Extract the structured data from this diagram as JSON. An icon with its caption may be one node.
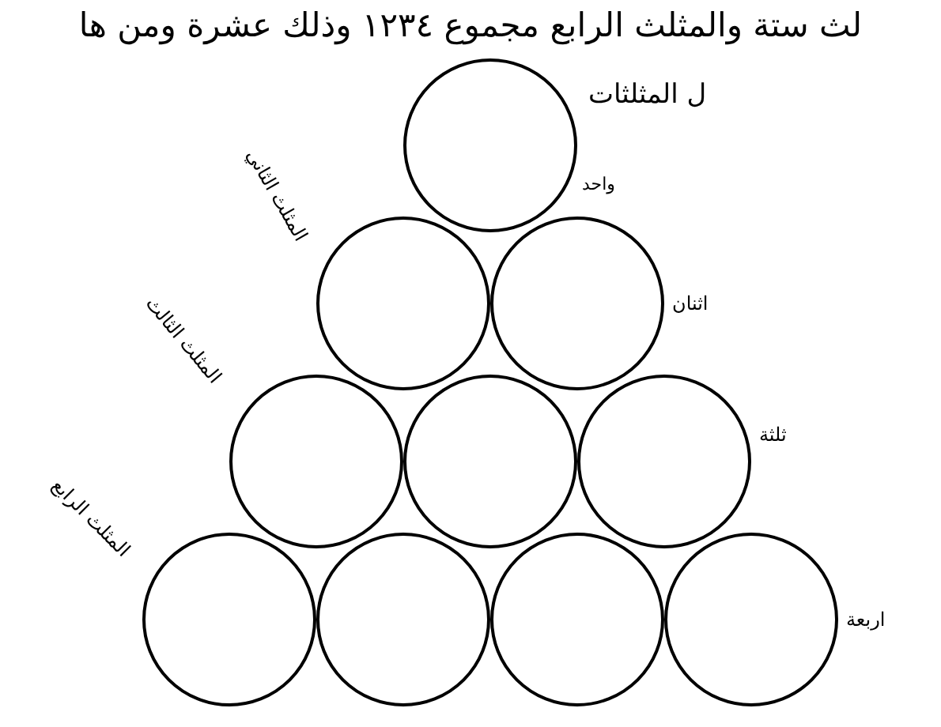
{
  "diagram": {
    "nodes": [
      {
        "text": [],
        "shape": "circle",
        "beside": [
          "واحد"
        ]
      },
      {
        "text": [],
        "shape": "circle",
        "beside": [
          "المثلث الثاني"
        ]
      },
      {
        "text": [],
        "shape": "circle",
        "beside": [
          "اثنان"
        ]
      },
      {
        "text": [],
        "shape": "circle",
        "beside": [
          "المثلث الثالث"
        ]
      },
      {
        "text": [],
        "shape": "circle"
      },
      {
        "text": [],
        "shape": "circle",
        "beside": [
          "ثلثة"
        ]
      },
      {
        "text": [],
        "shape": "circle",
        "beside": [
          "المثلث الرابع"
        ]
      },
      {
        "text": [],
        "shape": "circle"
      },
      {
        "text": [],
        "shape": "circle"
      },
      {
        "text": [],
        "shape": "circle",
        "beside": [
          "اربعة"
        ]
      }
    ],
    "labels": [
      "لث ستة والمثلث الرابع مجموع ١٢٣٤ وذلك عشرة ومن ها",
      "ل المثلثات"
    ]
  }
}
